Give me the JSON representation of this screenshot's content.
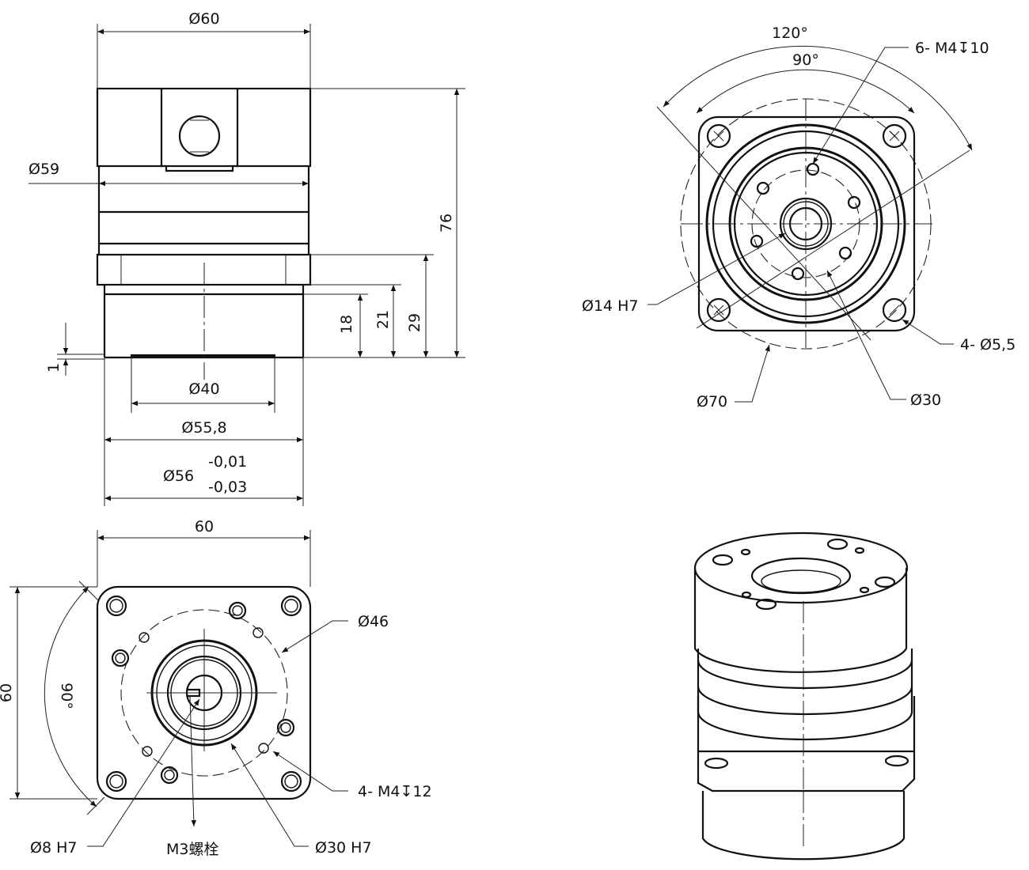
{
  "side_view": {
    "dia_top": "Ø60",
    "dia_body": "Ø59",
    "height_total": "76",
    "height_flange": "29",
    "height_21": "21",
    "height_18": "18",
    "height_1": "1",
    "dia_40": "Ø40",
    "dia_55_8": "Ø55,8",
    "dia_56": "Ø56",
    "tol_upper": "-0,01",
    "tol_lower": "-0,03"
  },
  "front_view": {
    "width": "60",
    "height": "60",
    "angle": "90°",
    "dia_46": "Ø46",
    "thread_holes": "4-  M4↧12",
    "bore": "Ø8  H7",
    "bolt": "M3螺栓",
    "pilot": "Ø30  H7"
  },
  "rear_view": {
    "angle_outer": "120°",
    "angle_inner": "90°",
    "thread_holes": "6-  M4↧10",
    "bore": "Ø14  H7",
    "mount_holes": "4-  Ø5,5",
    "dia_70": "Ø70",
    "dia_30": "Ø30"
  }
}
